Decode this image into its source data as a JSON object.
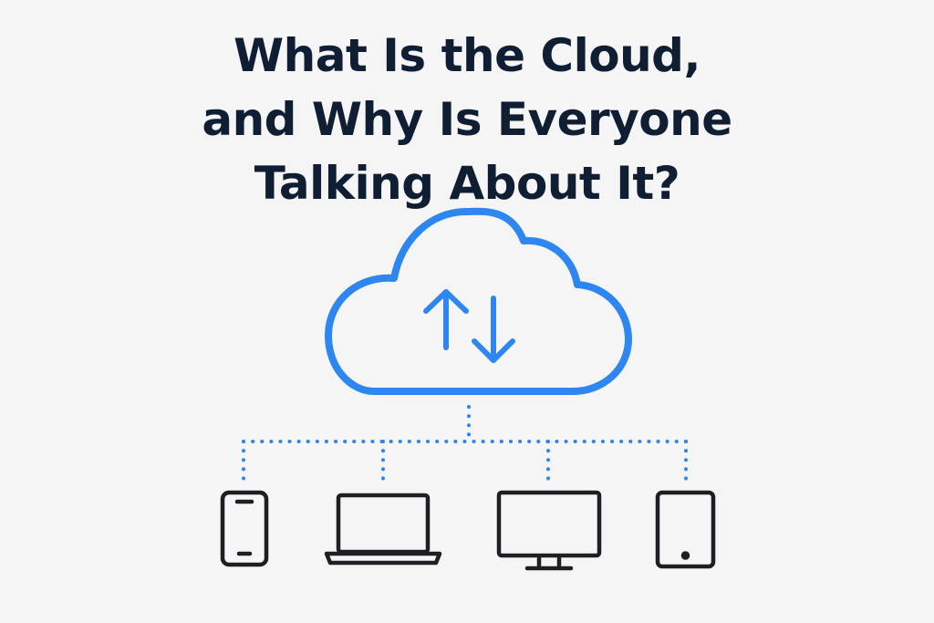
{
  "title": {
    "line1": "What Is the Cloud,",
    "line2": "and Why Is Everyone",
    "line3": "Talking About It?"
  },
  "colors": {
    "background": "#f5f5f6",
    "title": "#0f1e32",
    "cloud": "#2e86f0",
    "connector": "#2e86f0",
    "device": "#1e1f23"
  },
  "diagram": {
    "hub": "cloud-icon",
    "hub_arrows": [
      "upload-arrow-icon",
      "download-arrow-icon"
    ],
    "devices": [
      "smartphone-icon",
      "laptop-icon",
      "desktop-monitor-icon",
      "tablet-icon"
    ]
  }
}
